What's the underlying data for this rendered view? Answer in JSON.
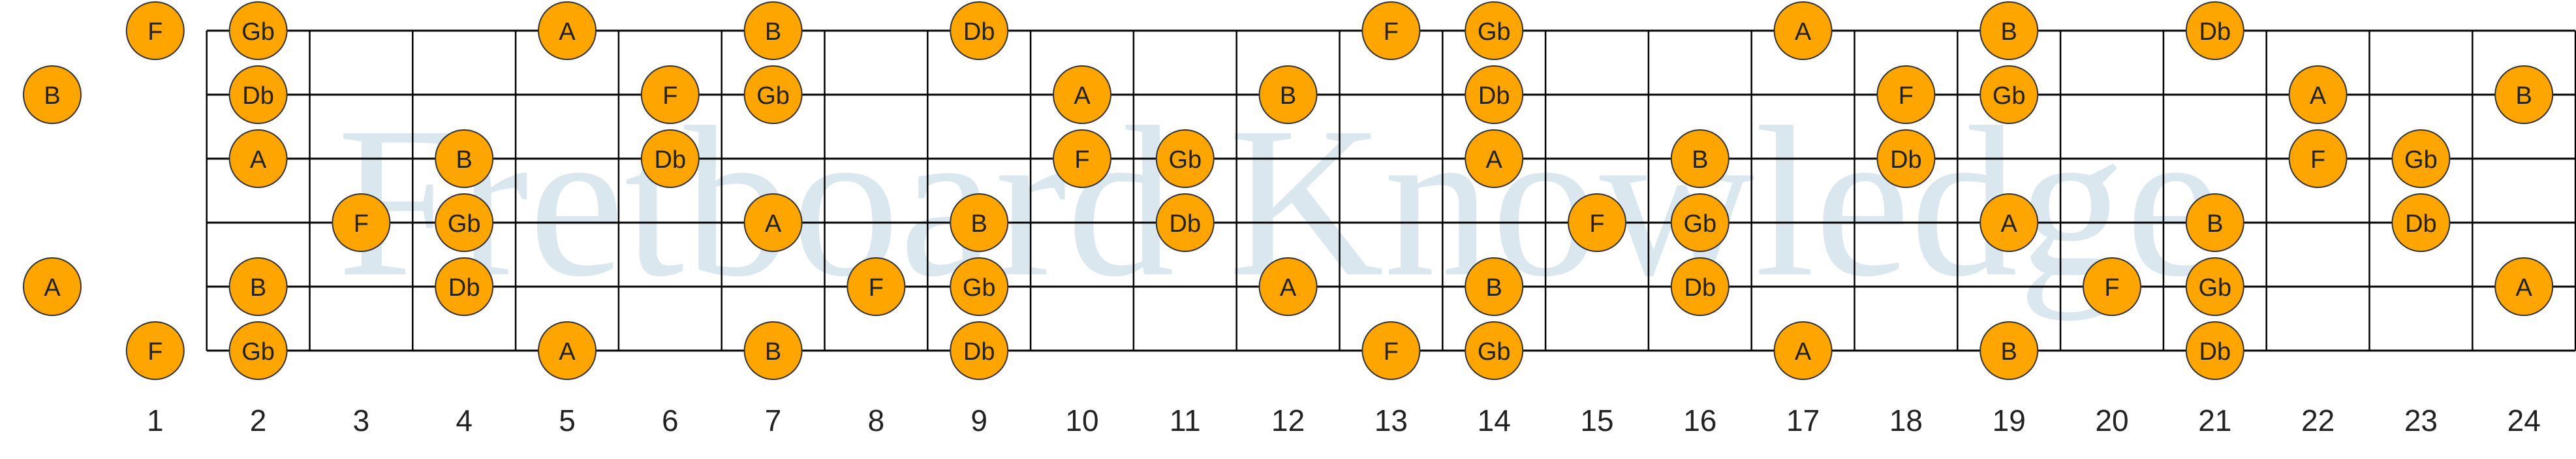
{
  "watermark": {
    "text": "Fretboard Knowledge",
    "color": "#dbe7ef"
  },
  "colors": {
    "note_fill": "#ffa500",
    "note_stroke": "#333333",
    "string_line": "#000000",
    "fret_line": "#000000",
    "label_text": "#222222"
  },
  "strings": [
    {
      "name": "string-1"
    },
    {
      "name": "string-2"
    },
    {
      "name": "string-3"
    },
    {
      "name": "string-4"
    },
    {
      "name": "string-5"
    },
    {
      "name": "string-6"
    }
  ],
  "fret_numbers": [
    "1",
    "2",
    "3",
    "4",
    "5",
    "6",
    "7",
    "8",
    "9",
    "10",
    "11",
    "12",
    "13",
    "14",
    "15",
    "16",
    "17",
    "18",
    "19",
    "20",
    "21",
    "22",
    "23",
    "24"
  ],
  "notes": [
    {
      "string": 0,
      "fret": 1,
      "label": "F"
    },
    {
      "string": 0,
      "fret": 2,
      "label": "Gb"
    },
    {
      "string": 0,
      "fret": 5,
      "label": "A"
    },
    {
      "string": 0,
      "fret": 7,
      "label": "B"
    },
    {
      "string": 0,
      "fret": 9,
      "label": "Db"
    },
    {
      "string": 0,
      "fret": 13,
      "label": "F"
    },
    {
      "string": 0,
      "fret": 14,
      "label": "Gb"
    },
    {
      "string": 0,
      "fret": 17,
      "label": "A"
    },
    {
      "string": 0,
      "fret": 19,
      "label": "B"
    },
    {
      "string": 0,
      "fret": 21,
      "label": "Db"
    },
    {
      "string": 1,
      "fret": 0,
      "label": "B"
    },
    {
      "string": 1,
      "fret": 2,
      "label": "Db"
    },
    {
      "string": 1,
      "fret": 6,
      "label": "F"
    },
    {
      "string": 1,
      "fret": 7,
      "label": "Gb"
    },
    {
      "string": 1,
      "fret": 10,
      "label": "A"
    },
    {
      "string": 1,
      "fret": 12,
      "label": "B"
    },
    {
      "string": 1,
      "fret": 14,
      "label": "Db"
    },
    {
      "string": 1,
      "fret": 18,
      "label": "F"
    },
    {
      "string": 1,
      "fret": 19,
      "label": "Gb"
    },
    {
      "string": 1,
      "fret": 22,
      "label": "A"
    },
    {
      "string": 1,
      "fret": 24,
      "label": "B"
    },
    {
      "string": 2,
      "fret": 2,
      "label": "A"
    },
    {
      "string": 2,
      "fret": 4,
      "label": "B"
    },
    {
      "string": 2,
      "fret": 6,
      "label": "Db"
    },
    {
      "string": 2,
      "fret": 10,
      "label": "F"
    },
    {
      "string": 2,
      "fret": 11,
      "label": "Gb"
    },
    {
      "string": 2,
      "fret": 14,
      "label": "A"
    },
    {
      "string": 2,
      "fret": 16,
      "label": "B"
    },
    {
      "string": 2,
      "fret": 18,
      "label": "Db"
    },
    {
      "string": 2,
      "fret": 22,
      "label": "F"
    },
    {
      "string": 2,
      "fret": 23,
      "label": "Gb"
    },
    {
      "string": 3,
      "fret": 3,
      "label": "F"
    },
    {
      "string": 3,
      "fret": 4,
      "label": "Gb"
    },
    {
      "string": 3,
      "fret": 7,
      "label": "A"
    },
    {
      "string": 3,
      "fret": 9,
      "label": "B"
    },
    {
      "string": 3,
      "fret": 11,
      "label": "Db"
    },
    {
      "string": 3,
      "fret": 15,
      "label": "F"
    },
    {
      "string": 3,
      "fret": 16,
      "label": "Gb"
    },
    {
      "string": 3,
      "fret": 19,
      "label": "A"
    },
    {
      "string": 3,
      "fret": 21,
      "label": "B"
    },
    {
      "string": 3,
      "fret": 23,
      "label": "Db"
    },
    {
      "string": 4,
      "fret": 0,
      "label": "A"
    },
    {
      "string": 4,
      "fret": 2,
      "label": "B"
    },
    {
      "string": 4,
      "fret": 4,
      "label": "Db"
    },
    {
      "string": 4,
      "fret": 8,
      "label": "F"
    },
    {
      "string": 4,
      "fret": 9,
      "label": "Gb"
    },
    {
      "string": 4,
      "fret": 12,
      "label": "A"
    },
    {
      "string": 4,
      "fret": 14,
      "label": "B"
    },
    {
      "string": 4,
      "fret": 16,
      "label": "Db"
    },
    {
      "string": 4,
      "fret": 20,
      "label": "F"
    },
    {
      "string": 4,
      "fret": 21,
      "label": "Gb"
    },
    {
      "string": 4,
      "fret": 24,
      "label": "A"
    },
    {
      "string": 5,
      "fret": 1,
      "label": "F"
    },
    {
      "string": 5,
      "fret": 2,
      "label": "Gb"
    },
    {
      "string": 5,
      "fret": 5,
      "label": "A"
    },
    {
      "string": 5,
      "fret": 7,
      "label": "B"
    },
    {
      "string": 5,
      "fret": 9,
      "label": "Db"
    },
    {
      "string": 5,
      "fret": 13,
      "label": "F"
    },
    {
      "string": 5,
      "fret": 14,
      "label": "Gb"
    },
    {
      "string": 5,
      "fret": 17,
      "label": "A"
    },
    {
      "string": 5,
      "fret": 19,
      "label": "B"
    },
    {
      "string": 5,
      "fret": 21,
      "label": "Db"
    }
  ]
}
